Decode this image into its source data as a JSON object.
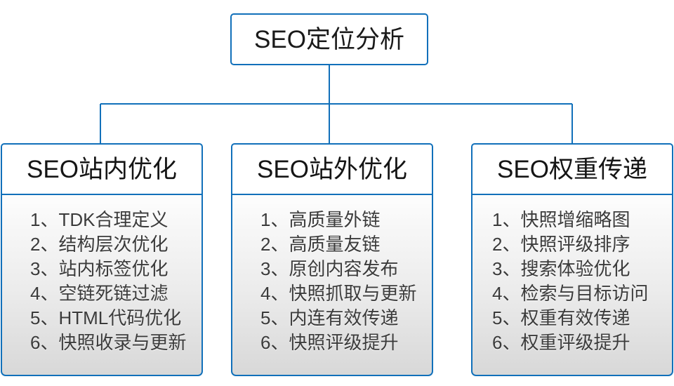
{
  "diagram": {
    "type": "organization-tree",
    "accent_color": "#1170ba",
    "title_text_color": "#1a1a1a",
    "item_text_color": "#3b3b3b",
    "background_color": "#ffffff",
    "root": {
      "label": "SEO定位分析"
    },
    "branches": [
      {
        "title": "SEO站内优化",
        "items": [
          "1、TDK合理定义",
          "2、结构层次优化",
          "3、站内标签优化",
          "4、空链死链过滤",
          "5、HTML代码优化",
          "6、快照收录与更新"
        ]
      },
      {
        "title": "SEO站外优化",
        "items": [
          "1、高质量外链",
          "2、高质量友链",
          "3、原创内容发布",
          "4、快照抓取与更新",
          "5、内连有效传递",
          "6、快照评级提升"
        ]
      },
      {
        "title": "SEO权重传递",
        "items": [
          "1、快照增缩略图",
          "2、快照评级排序",
          "3、搜索体验优化",
          "4、检索与目标访问",
          "5、权重有效传递",
          "6、权重评级提升"
        ]
      }
    ]
  }
}
